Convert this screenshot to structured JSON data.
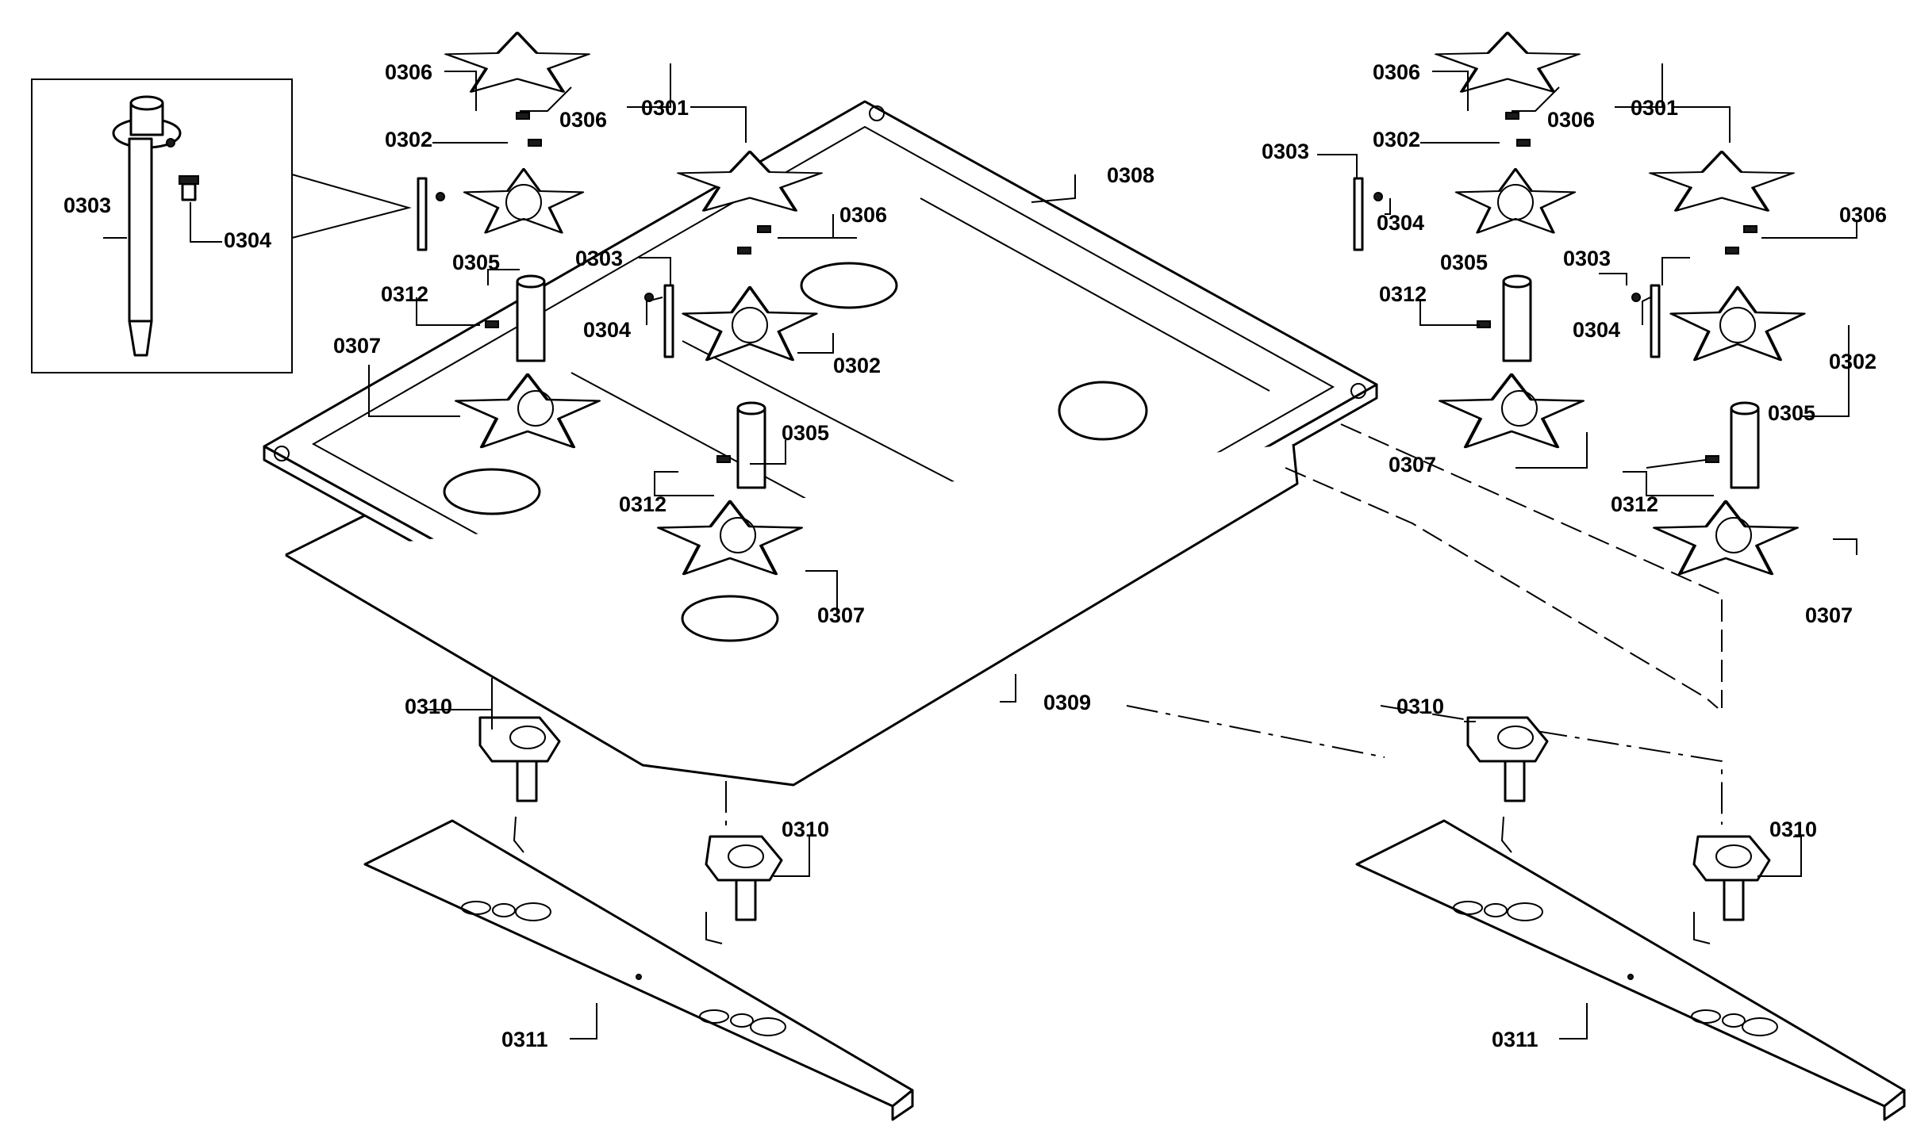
{
  "labels": {
    "p0301": "0301",
    "p0302": "0302",
    "p0303": "0303",
    "p0304": "0304",
    "p0305": "0305",
    "p0306": "0306",
    "p0307": "0307",
    "p0308": "0308",
    "p0309": "0309",
    "p0310": "0310",
    "p0311": "0311",
    "p0312": "0312"
  }
}
